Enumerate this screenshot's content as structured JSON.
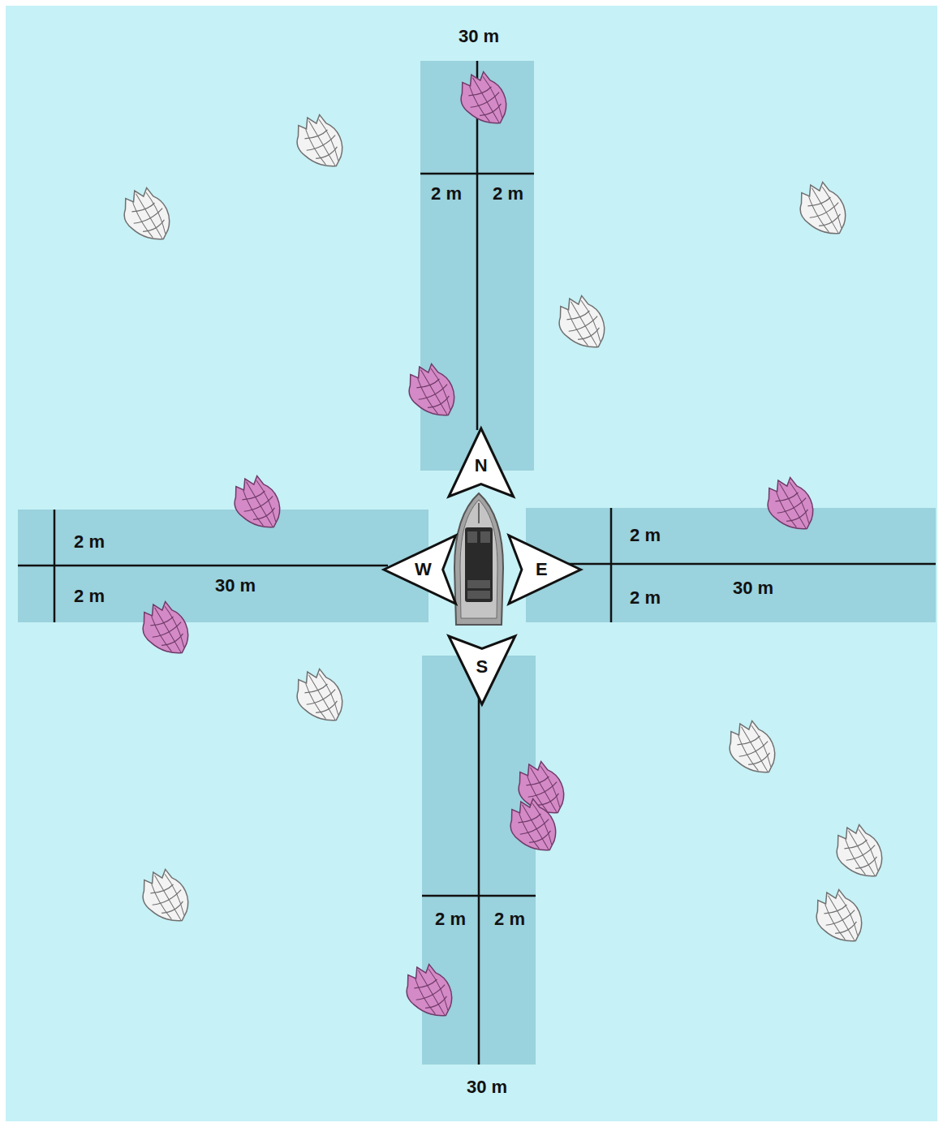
{
  "diagram": {
    "nodes": [
      {
        "text": [
          "N"
        ]
      },
      {
        "text": [
          "W"
        ]
      },
      {
        "text": [
          "E"
        ]
      },
      {
        "text": [
          "S"
        ]
      }
    ],
    "labels": [
      "30 m",
      "2 m",
      "2 m",
      "2 m",
      "2 m",
      "30 m",
      "2 m",
      "2 m",
      "30 m",
      "2 m",
      "2 m",
      "30 m"
    ]
  }
}
